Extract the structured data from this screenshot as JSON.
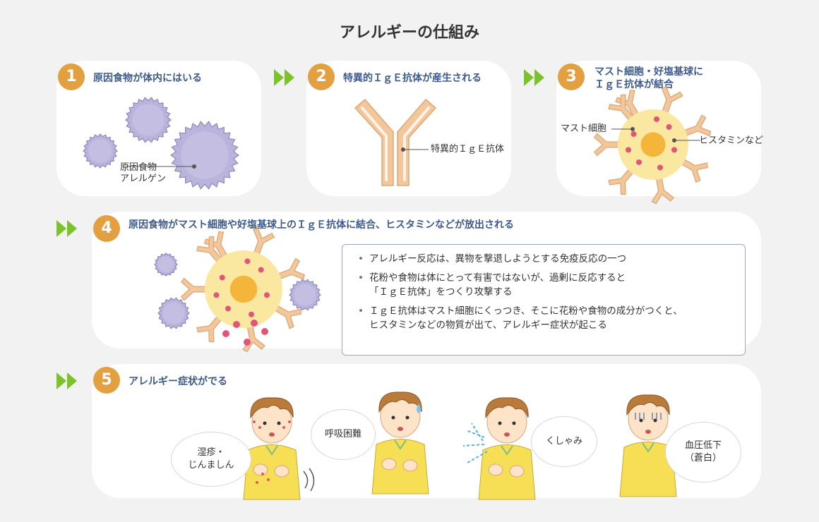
{
  "title": "アレルギーの仕組み",
  "colors": {
    "step_badge": "#e2a040",
    "step_title": "#3d5a8a",
    "arrow": "#7cc22a",
    "allergen": "#b9b4dc",
    "cell": "#fbe8a0",
    "antibody": "#f3c79a",
    "histamine": "#e0557a"
  },
  "steps": [
    {
      "number": "1",
      "title": "原因食物が体内にはいる",
      "label_line1": "原因食物",
      "label_line2": "アレルゲン"
    },
    {
      "number": "2",
      "title": "特異的ＩｇＥ抗体が産生される",
      "label": "特異的ＩｇＥ抗体"
    },
    {
      "number": "3",
      "title_line1": "マスト細胞・好塩基球に",
      "title_line2": "ＩｇＥ抗体が結合",
      "label_mast": "マスト細胞",
      "label_hist": "ヒスタミンなど"
    },
    {
      "number": "4",
      "title": "原因食物がマスト細胞や好塩基球上のＩｇＥ抗体に結合、ヒスタミンなどが放出される"
    },
    {
      "number": "5",
      "title": "アレルギー症状がでる"
    }
  ],
  "info": {
    "bullets": [
      {
        "line1": "アレルギー反応は、異物を撃退しようとする免疫反応の一つ",
        "line2": ""
      },
      {
        "line1": "花粉や食物は体にとって有害ではないが、過剰に反応すると",
        "line2": "「ＩｇＥ抗体」をつくり攻撃する"
      },
      {
        "line1": "ＩｇＥ抗体はマスト細胞にくっつき、そこに花粉や食物の成分がつくと、",
        "line2": "ヒスタミンなどの物質が出て、アレルギー症状が起こる"
      }
    ]
  },
  "symptoms": [
    {
      "line1": "湿疹・",
      "line2": "じんましん"
    },
    {
      "line1": "呼吸困難",
      "line2": ""
    },
    {
      "line1": "くしゃみ",
      "line2": ""
    },
    {
      "line1": "血圧低下",
      "line2": "（蒼白）"
    }
  ]
}
